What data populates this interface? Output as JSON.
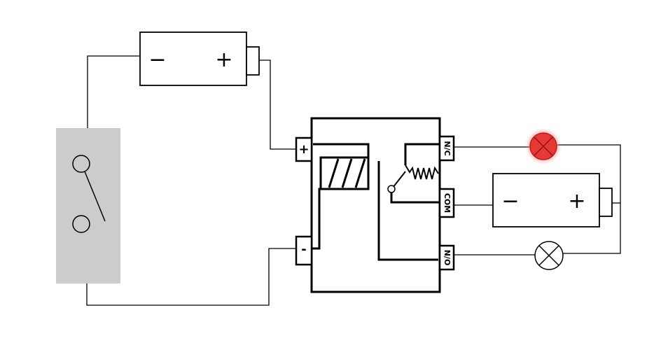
{
  "battery_top": {
    "minus": "−",
    "plus": "+"
  },
  "battery_right": {
    "minus": "−",
    "plus": "+"
  },
  "relay": {
    "coil_plus": "+",
    "coil_minus": "-",
    "nc": "N/C",
    "com": "COM",
    "no": "N/O"
  },
  "lamp_nc": {
    "state": "on",
    "color": "#e53935"
  },
  "lamp_no": {
    "state": "off"
  },
  "switch": {
    "state": "open"
  },
  "colors": {
    "switch_body": "#cccccc",
    "lamp_on": "#e53935",
    "lamp_glow": "#ff8a8a"
  }
}
